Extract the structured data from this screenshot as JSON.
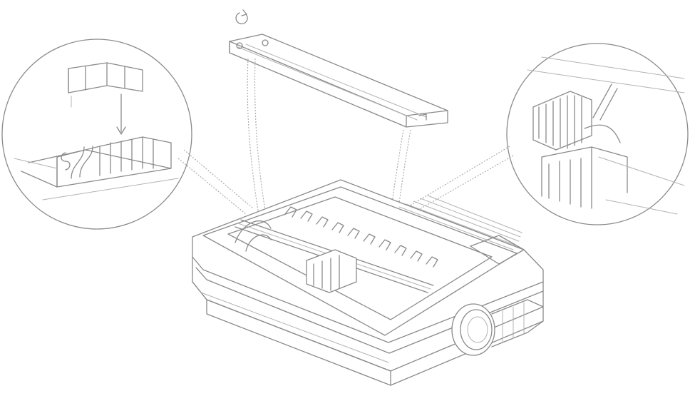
{
  "diagram": {
    "main_illustration": "printer-with-lid-removed",
    "callouts": [
      {
        "name": "left-detail",
        "depicts": "lid-hinge-hook-insert"
      },
      {
        "name": "right-detail",
        "depicts": "print-head-ribbon-guide"
      }
    ],
    "rotation_symbol": "circular-arrow-icon",
    "colors": {
      "line": "#8a8a8a",
      "background": "#ffffff"
    }
  }
}
